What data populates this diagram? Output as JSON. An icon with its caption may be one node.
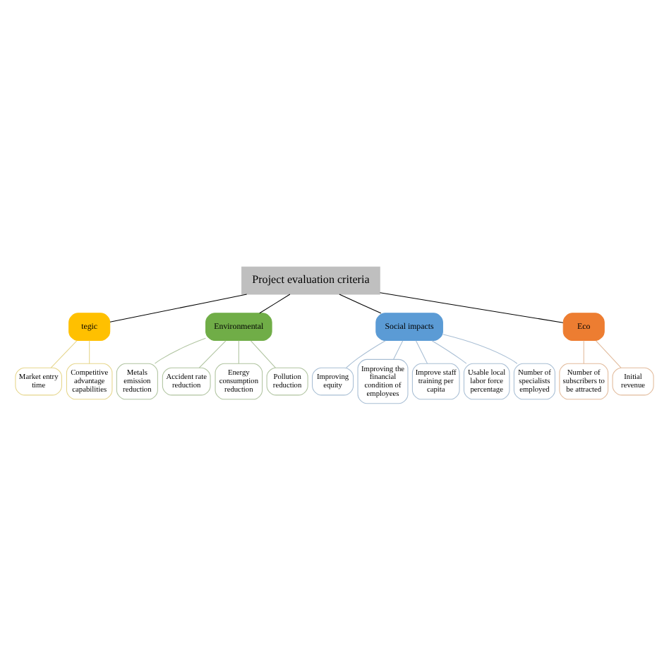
{
  "diagram": {
    "nodes": [
      {
        "text": [
          "Project evaluation criteria"
        ]
      },
      {
        "text": [
          "tegic"
        ]
      },
      {
        "text": [
          "Market entry time"
        ]
      },
      {
        "text": [
          "Competitive advantage capabilities"
        ]
      },
      {
        "text": [
          "Environmental"
        ]
      },
      {
        "text": [
          "Metals emission reduction"
        ]
      },
      {
        "text": [
          "Accident rate reduction"
        ]
      },
      {
        "text": [
          "Energy consumption reduction"
        ]
      },
      {
        "text": [
          "Pollution reduction"
        ]
      },
      {
        "text": [
          "Social impacts"
        ]
      },
      {
        "text": [
          "Improving equity"
        ]
      },
      {
        "text": [
          "Improving the financial condition of employees"
        ]
      },
      {
        "text": [
          "Improve staff training per capita"
        ]
      },
      {
        "text": [
          "Usable local labor force percentage"
        ]
      },
      {
        "text": [
          "Number of specialists employed"
        ]
      },
      {
        "text": [
          "Eco"
        ]
      },
      {
        "text": [
          "Number of subscribers to be attracted"
        ]
      },
      {
        "text": [
          "Initial revenue"
        ]
      }
    ],
    "edges": [
      {
        "from": 0,
        "to": 1,
        "arrow": "none",
        "color": "#000000"
      },
      {
        "from": 0,
        "to": 4,
        "arrow": "none",
        "color": "#000000"
      },
      {
        "from": 0,
        "to": 9,
        "arrow": "none",
        "color": "#000000"
      },
      {
        "from": 0,
        "to": 15,
        "arrow": "none",
        "color": "#000000"
      },
      {
        "from": 1,
        "to": 2,
        "arrow": "none",
        "color": "#e6d68c"
      },
      {
        "from": 1,
        "to": 3,
        "arrow": "none",
        "color": "#e6d68c"
      },
      {
        "from": 4,
        "to": 5,
        "arrow": "none",
        "color": "#b0c4a0"
      },
      {
        "from": 4,
        "to": 6,
        "arrow": "none",
        "color": "#b0c4a0"
      },
      {
        "from": 4,
        "to": 7,
        "arrow": "none",
        "color": "#b0c4a0"
      },
      {
        "from": 4,
        "to": 8,
        "arrow": "none",
        "color": "#b0c4a0"
      },
      {
        "from": 9,
        "to": 10,
        "arrow": "none",
        "color": "#a8bed4"
      },
      {
        "from": 9,
        "to": 11,
        "arrow": "none",
        "color": "#a8bed4"
      },
      {
        "from": 9,
        "to": 12,
        "arrow": "none",
        "color": "#a8bed4"
      },
      {
        "from": 9,
        "to": 13,
        "arrow": "none",
        "color": "#a8bed4"
      },
      {
        "from": 9,
        "to": 14,
        "arrow": "none",
        "color": "#a8bed4"
      },
      {
        "from": 15,
        "to": 16,
        "arrow": "none",
        "color": "#e2bb9c"
      },
      {
        "from": 15,
        "to": 17,
        "arrow": "none",
        "color": "#e2bb9c"
      }
    ]
  }
}
